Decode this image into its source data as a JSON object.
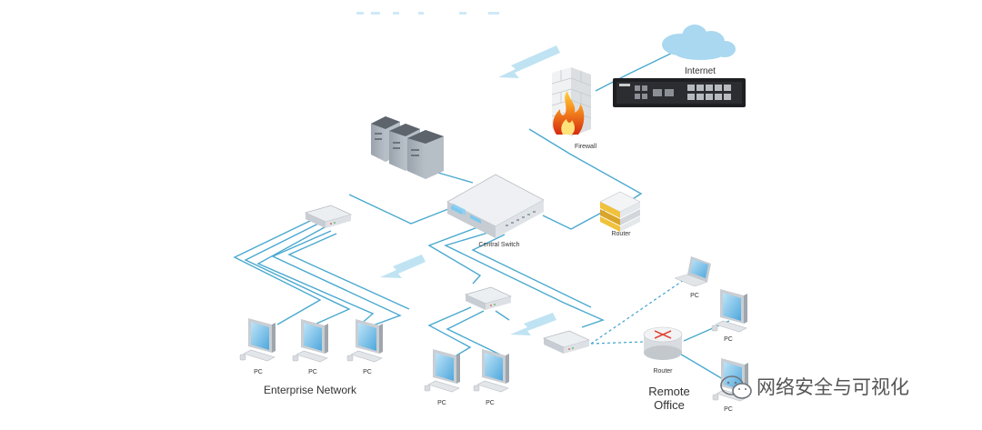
{
  "labels": {
    "internet": "Internet",
    "firewall": "Firewall",
    "central_switch": "Central Switch",
    "router": "Router",
    "pc": "PC",
    "enterprise_network": "Enterprise Network",
    "remote_router": "Router",
    "remote_office_line1": "Remote",
    "remote_office_line2": "Office"
  },
  "watermark": {
    "text": "网络安全与可视化"
  },
  "colors": {
    "link": "#4aa9cf",
    "wireless_link": "#4aa9cf",
    "arrow": "#bfe3f2",
    "cloud": "#a9d8f0",
    "screen": "#7fc3ea"
  }
}
